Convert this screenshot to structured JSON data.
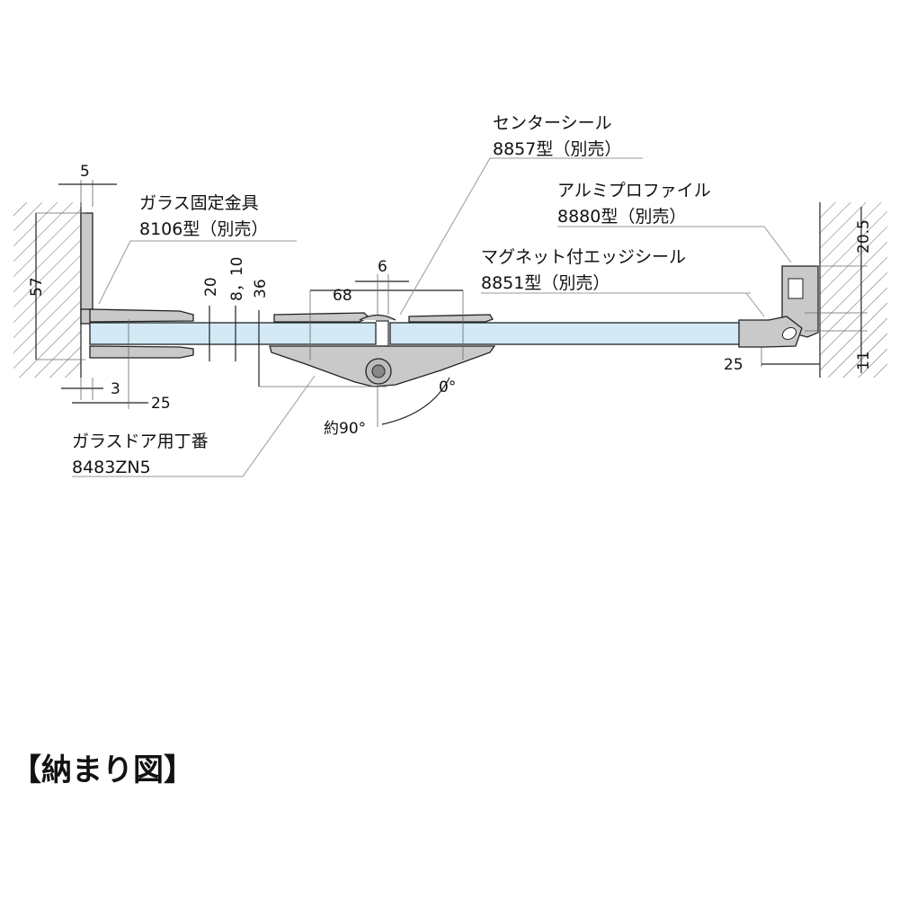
{
  "labels": {
    "glass_clamp_name": "ガラス固定金具",
    "glass_clamp_model": "8106型（別売）",
    "center_seal_name": "センターシール",
    "center_seal_model": "8857型（別売）",
    "alu_profile_name": "アルミプロファイル",
    "alu_profile_model": "8880型（別売）",
    "magnet_seal_name": "マグネット付エッジシール",
    "magnet_seal_model": "8851型（別売）",
    "hinge_name": "ガラスドア用丁番",
    "hinge_model": "8483ZN5"
  },
  "dimensions": {
    "d5": "5",
    "d57": "57",
    "d20": "20",
    "d8_10": "8，10",
    "d36": "36",
    "d6": "6",
    "d68": "68",
    "d3": "3",
    "d25_left": "25",
    "d25_right": "25",
    "d20_5": "20.5",
    "d11": "11",
    "angle0": "0°",
    "angle90": "約90°"
  },
  "caption": "【納まり図】",
  "colors": {
    "glass": "#d3eaf6",
    "metal": "#c9c9c9"
  }
}
